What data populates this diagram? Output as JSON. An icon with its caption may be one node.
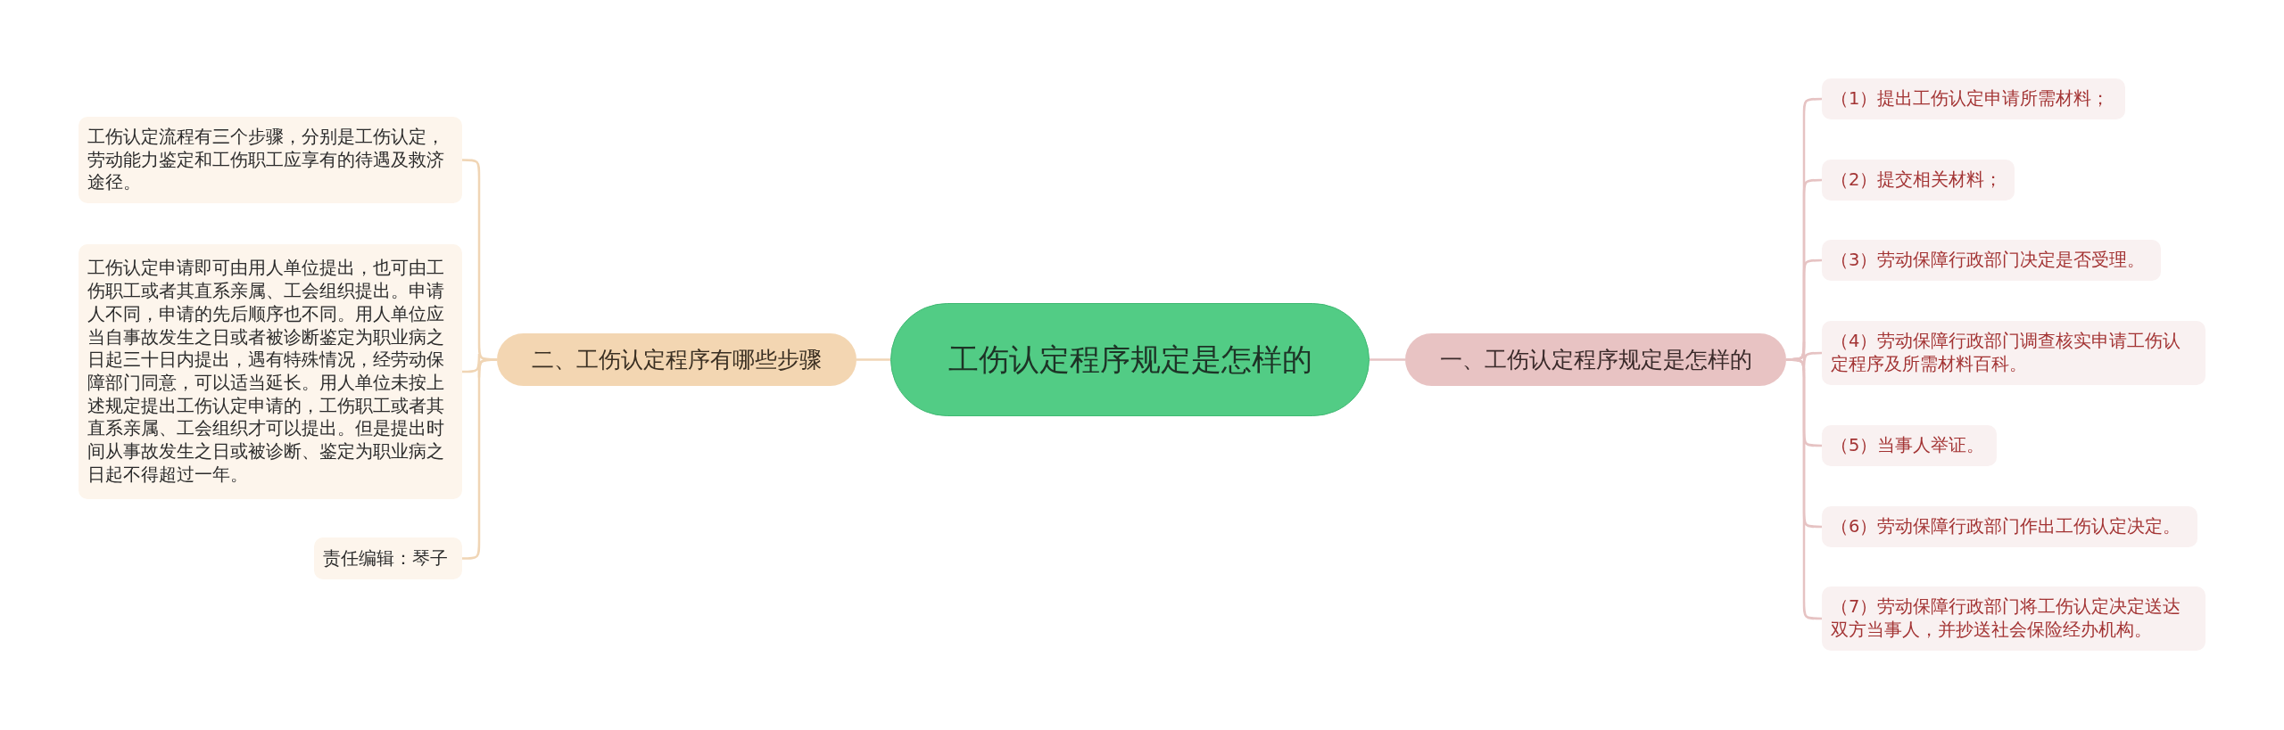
{
  "diagram": {
    "nodes": [
      {
        "text": [
          "工伤认定程序规定是怎样的"
        ]
      },
      {
        "text": [
          "一、工伤认定程序规定是怎样的"
        ]
      },
      {
        "text": [
          "（1）提出工伤认定申请所需材料；"
        ]
      },
      {
        "text": [
          "（2）提交相关材料；"
        ]
      },
      {
        "text": [
          "（3）劳动保障行政部门决定是否受理。"
        ]
      },
      {
        "text": [
          "（4）劳动保障行政部门调查核实申请工伤认定程序及所需材料百科。"
        ]
      },
      {
        "text": [
          "（5）当事人举证。"
        ]
      },
      {
        "text": [
          "（6）劳动保障行政部门作出工伤认定决定。"
        ]
      },
      {
        "text": [
          "（7）劳动保障行政部门将工伤认定决定送达双方当事人，并抄送社会保险经办机构。"
        ]
      },
      {
        "text": [
          "二、工伤认定程序有哪些步骤"
        ]
      },
      {
        "text": [
          "工伤认定流程有三个步骤，分别是工伤认定，劳动能力鉴定和工伤职工应享有的待遇及救济途径。"
        ]
      },
      {
        "text": [
          "工伤认定申请即可由用人单位提出，也可由工伤职工或者其直系亲属、工会组织提出。申请人不同，申请的先后顺序也不同。用人单位应当自事故发生之日或者被诊断鉴定为职业病之日起三十日内提出，遇有特殊情况，经劳动保障部门同意，可以适当延长。用人单位未按上述规定提出工伤认定申请的，工伤职工或者其直系亲属、工会组织才可以提出。但是提出时间从事故发生之日或被诊断、鉴定为职业病之日起不得超过一年。"
        ]
      },
      {
        "text": [
          "责任编辑：琴子"
        ]
      }
    ],
    "edges": [
      {
        "from": 0,
        "to": 1,
        "arrow": "none"
      },
      {
        "from": 1,
        "to": 2,
        "arrow": "none"
      },
      {
        "from": 1,
        "to": 3,
        "arrow": "none"
      },
      {
        "from": 1,
        "to": 4,
        "arrow": "none"
      },
      {
        "from": 1,
        "to": 5,
        "arrow": "none"
      },
      {
        "from": 1,
        "to": 6,
        "arrow": "none"
      },
      {
        "from": 1,
        "to": 7,
        "arrow": "none"
      },
      {
        "from": 1,
        "to": 8,
        "arrow": "none"
      },
      {
        "from": 0,
        "to": 9,
        "arrow": "none",
        "color": "#f0d5b5"
      },
      {
        "from": 9,
        "to": 10,
        "arrow": "none",
        "color": "#f0d5b5"
      },
      {
        "from": 9,
        "to": 11,
        "arrow": "none",
        "color": "#f0d5b5"
      },
      {
        "from": 9,
        "to": 12,
        "arrow": "none",
        "color": "#f0d5b5"
      }
    ]
  }
}
